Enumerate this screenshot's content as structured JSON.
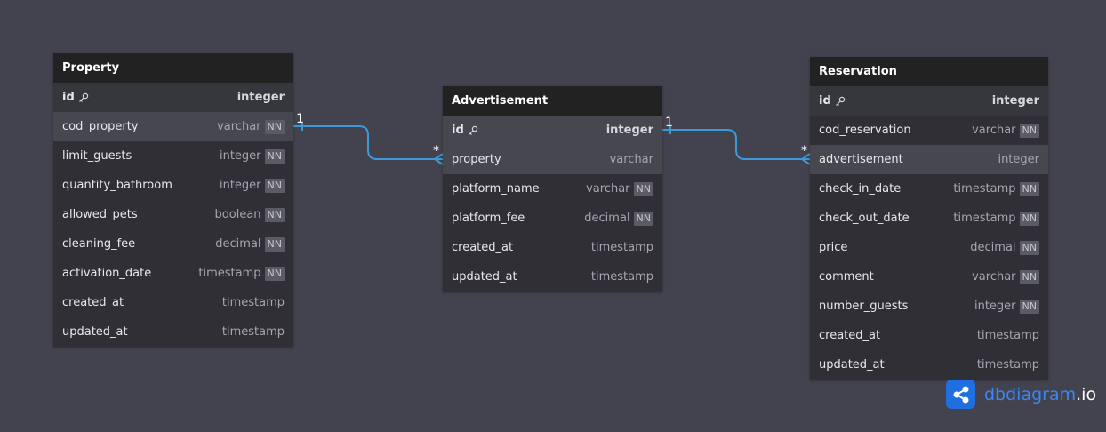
{
  "tables": {
    "property": {
      "name": "Property",
      "fields": [
        {
          "name": "id",
          "type": "integer",
          "pk": true,
          "nn": false
        },
        {
          "name": "cod_property",
          "type": "varchar",
          "nn": true
        },
        {
          "name": "limit_guests",
          "type": "integer",
          "nn": true
        },
        {
          "name": "quantity_bathroom",
          "type": "integer",
          "nn": true
        },
        {
          "name": "allowed_pets",
          "type": "boolean",
          "nn": true
        },
        {
          "name": "cleaning_fee",
          "type": "decimal",
          "nn": true
        },
        {
          "name": "activation_date",
          "type": "timestamp",
          "nn": true
        },
        {
          "name": "created_at",
          "type": "timestamp",
          "nn": false
        },
        {
          "name": "updated_at",
          "type": "timestamp",
          "nn": false
        }
      ]
    },
    "advertisement": {
      "name": "Advertisement",
      "fields": [
        {
          "name": "id",
          "type": "integer",
          "pk": true,
          "nn": false
        },
        {
          "name": "property",
          "type": "varchar",
          "nn": false
        },
        {
          "name": "platform_name",
          "type": "varchar",
          "nn": true
        },
        {
          "name": "platform_fee",
          "type": "decimal",
          "nn": true
        },
        {
          "name": "created_at",
          "type": "timestamp",
          "nn": false
        },
        {
          "name": "updated_at",
          "type": "timestamp",
          "nn": false
        }
      ]
    },
    "reservation": {
      "name": "Reservation",
      "fields": [
        {
          "name": "id",
          "type": "integer",
          "pk": true,
          "nn": false
        },
        {
          "name": "cod_reservation",
          "type": "varchar",
          "nn": true
        },
        {
          "name": "advertisement",
          "type": "integer",
          "nn": false
        },
        {
          "name": "check_in_date",
          "type": "timestamp",
          "nn": true
        },
        {
          "name": "check_out_date",
          "type": "timestamp",
          "nn": true
        },
        {
          "name": "price",
          "type": "decimal",
          "nn": true
        },
        {
          "name": "comment",
          "type": "varchar",
          "nn": true
        },
        {
          "name": "number_guests",
          "type": "integer",
          "nn": true
        },
        {
          "name": "created_at",
          "type": "timestamp",
          "nn": false
        },
        {
          "name": "updated_at",
          "type": "timestamp",
          "nn": false
        }
      ]
    }
  },
  "nn_label": "NN",
  "relationships": [
    {
      "from": "property.cod_property",
      "to": "advertisement.property",
      "from_card": "1",
      "to_card": "*"
    },
    {
      "from": "advertisement.id",
      "to": "reservation.advertisement",
      "from_card": "1",
      "to_card": "*"
    }
  ],
  "brand": {
    "name": "dbdiagram",
    "suffix": ".io"
  },
  "colors": {
    "background": "#43434f",
    "link": "#3c9ad6",
    "brand": "#3a86f5"
  }
}
